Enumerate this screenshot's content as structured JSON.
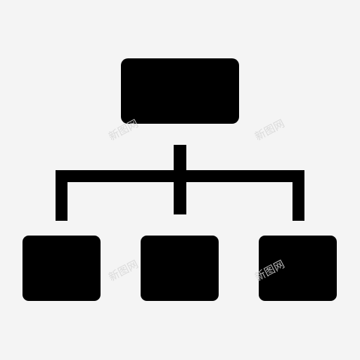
{
  "icon": {
    "name": "hierarchy-org-chart-icon",
    "color": "#000000",
    "background": "#f4f4f4",
    "nodes": [
      {
        "id": "root",
        "level": 0
      },
      {
        "id": "child-left",
        "level": 1
      },
      {
        "id": "child-center",
        "level": 1
      },
      {
        "id": "child-right",
        "level": 1
      }
    ]
  },
  "watermark": {
    "text": "新图网",
    "color": "#d6d6d6"
  }
}
